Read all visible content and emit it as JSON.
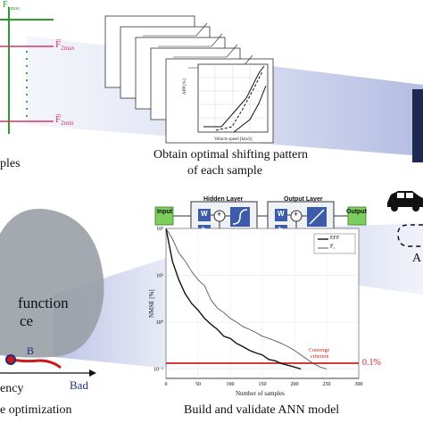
{
  "top_left": {
    "caption_partial": "ples",
    "f_top": "F̅",
    "f_top_sub": "1max",
    "f2max": "F̅",
    "f2max_sub": "2max",
    "f2min": "F̅",
    "f2min_sub": "2min"
  },
  "shifting": {
    "caption_line1": "Obtain optimal shifting pattern",
    "caption_line2": "of each sample",
    "xlabel": "Vehicle speed [km/h]",
    "ylabel": "APP [%]",
    "xticks": [
      "10",
      "20",
      "30",
      "40",
      "50",
      "60",
      "70",
      "80"
    ],
    "yticks": [
      "0",
      "20",
      "40",
      "60",
      "80",
      "100"
    ]
  },
  "ann": {
    "input_label": "Input",
    "hidden_label": "Hidden Layer",
    "output_layer_label": "Output Layer",
    "output_label": "Output",
    "w": "W",
    "b": "b",
    "plus": "+",
    "caption": "Build and validate ANN model"
  },
  "nmse_chart": {
    "ylabel": "NMSE [%]",
    "xlabel": "Number of samples",
    "threshold_label": "0.1%",
    "criterion_line1": "Converge",
    "criterion_line2": "criterion",
    "legend": [
      "EFF",
      "F̅₁"
    ],
    "colors": {
      "series1": "#111111",
      "series2": "#555555",
      "threshold": "#cc1f1f"
    }
  },
  "chart_data": {
    "type": "line",
    "xlabel": "Number of samples",
    "ylabel": "NMSE [%]",
    "xticks": [
      "0",
      "50",
      "100",
      "150",
      "200",
      "250",
      "300"
    ],
    "yticks": [
      "10⁻¹",
      "10⁰",
      "10¹",
      "10²"
    ],
    "xlim": [
      0,
      300
    ],
    "ylim_log10": [
      -1.2,
      2
    ],
    "threshold": 0.1,
    "series": [
      {
        "name": "EFF",
        "x": [
          0,
          10,
          20,
          30,
          40,
          50,
          60,
          70,
          80,
          90,
          100,
          110,
          120,
          130,
          140,
          150,
          160,
          170,
          180,
          190,
          200,
          210
        ],
        "y": [
          100,
          20,
          8,
          4,
          2.5,
          1.8,
          1.2,
          0.9,
          0.7,
          0.5,
          0.45,
          0.35,
          0.3,
          0.25,
          0.22,
          0.2,
          0.16,
          0.15,
          0.13,
          0.12,
          0.11,
          0.1
        ]
      },
      {
        "name": "F̅₁",
        "x": [
          0,
          10,
          20,
          30,
          40,
          50,
          60,
          70,
          80,
          90,
          100,
          110,
          120,
          130,
          140,
          150,
          160,
          170,
          180,
          190,
          200,
          210,
          220,
          230,
          240,
          250
        ],
        "y": [
          100,
          60,
          30,
          20,
          12,
          8,
          6,
          3,
          2,
          1.6,
          1.2,
          1,
          0.8,
          0.7,
          0.6,
          0.5,
          0.45,
          0.4,
          0.35,
          0.3,
          0.25,
          0.2,
          0.16,
          0.13,
          0.11,
          0.1
        ]
      }
    ]
  },
  "bottom_left": {
    "function_text": "function",
    "ce_text": "ce",
    "point_b": "B",
    "bad_label": "Bad",
    "efficiency_partial": "ency",
    "caption_partial": "e optimization"
  },
  "right": {
    "a_partial": "A"
  }
}
